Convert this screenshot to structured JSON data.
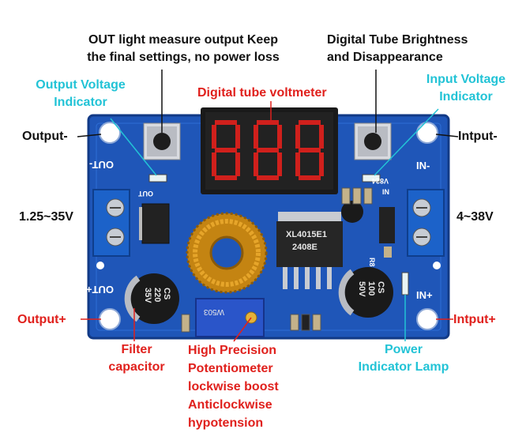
{
  "colors": {
    "pcb": "#1f56b8",
    "pcb_dark": "#123a86",
    "label_red": "#e0201c",
    "label_cyan": "#22c3d6",
    "label_black": "#111111",
    "segment_red": "#d0201c"
  },
  "labels": {
    "out_light_line1": "OUT light measure output Keep",
    "out_light_line2": "the final settings, no power loss",
    "brightness_line1": "Digital Tube Brightness",
    "brightness_line2": "and Disappearance",
    "output_voltage_indicator_line1": "Output Voltage",
    "output_voltage_indicator_line2": "Indicator",
    "input_voltage_indicator_line1": "Input Voltage",
    "input_voltage_indicator_line2": "Indicator",
    "voltmeter": "Digital tube voltmeter",
    "output_minus": "Output-",
    "input_minus": "Intput-",
    "output_range": "1.25~35V",
    "input_range": "4~38V",
    "output_plus": "Output+",
    "input_plus": "Intput+",
    "filter_line1": "Filter",
    "filter_line2": "capacitor",
    "pot_line1": "High Precision",
    "pot_line2": "Potentiometer",
    "pot_line3": "lockwise boost",
    "pot_line4": "Anticlockwise",
    "pot_line5": "hypotension",
    "power_lamp_line1": "Power",
    "power_lamp_line2": "Indicator Lamp"
  },
  "silkscreen": {
    "out_minus": "OUT-",
    "out_plus": "OUT+",
    "in_minus": "IN-",
    "in_plus": "IN+",
    "out_small": "OUT",
    "in_small": "IN",
    "version": "V824",
    "pot_code": "W503",
    "chip_line1": "XL4015E1",
    "chip_line2": "2408E",
    "cap_left_line1": "CS",
    "cap_left_line2": "220",
    "cap_left_line3": "35V",
    "cap_right_line1": "CS",
    "cap_right_line2": "100",
    "cap_right_line3": "50V",
    "r8": "R8"
  },
  "display": {
    "digits": "888"
  }
}
